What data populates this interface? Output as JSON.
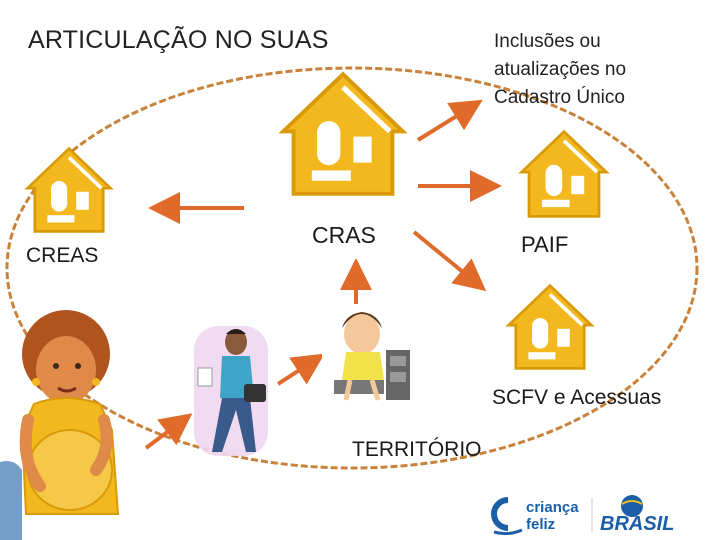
{
  "slide": {
    "title": "ARTICULAÇÃO NO SUAS",
    "note_lines": [
      "Inclusões ou",
      "atualizações no",
      "Cadastro Único"
    ]
  },
  "nodes": {
    "creas": "CREAS",
    "cras": "CRAS",
    "paif": "PAIF",
    "scfv": "SCFV  e Acessuas",
    "territorio": "TERRITÓRIO"
  },
  "logos": {
    "crianca_feliz": [
      "criança",
      "feliz"
    ],
    "brasil": "BRASIL"
  },
  "colors": {
    "house": "#F2B81E",
    "house_dark": "#D99A0A",
    "arrow": "#E06A2A",
    "territory_border": "#C8823A",
    "logo_blue": "#1B5EA8",
    "skin": "#E08A4A"
  },
  "icons": [
    "house-icon",
    "arrow-icon",
    "person-illustration"
  ]
}
